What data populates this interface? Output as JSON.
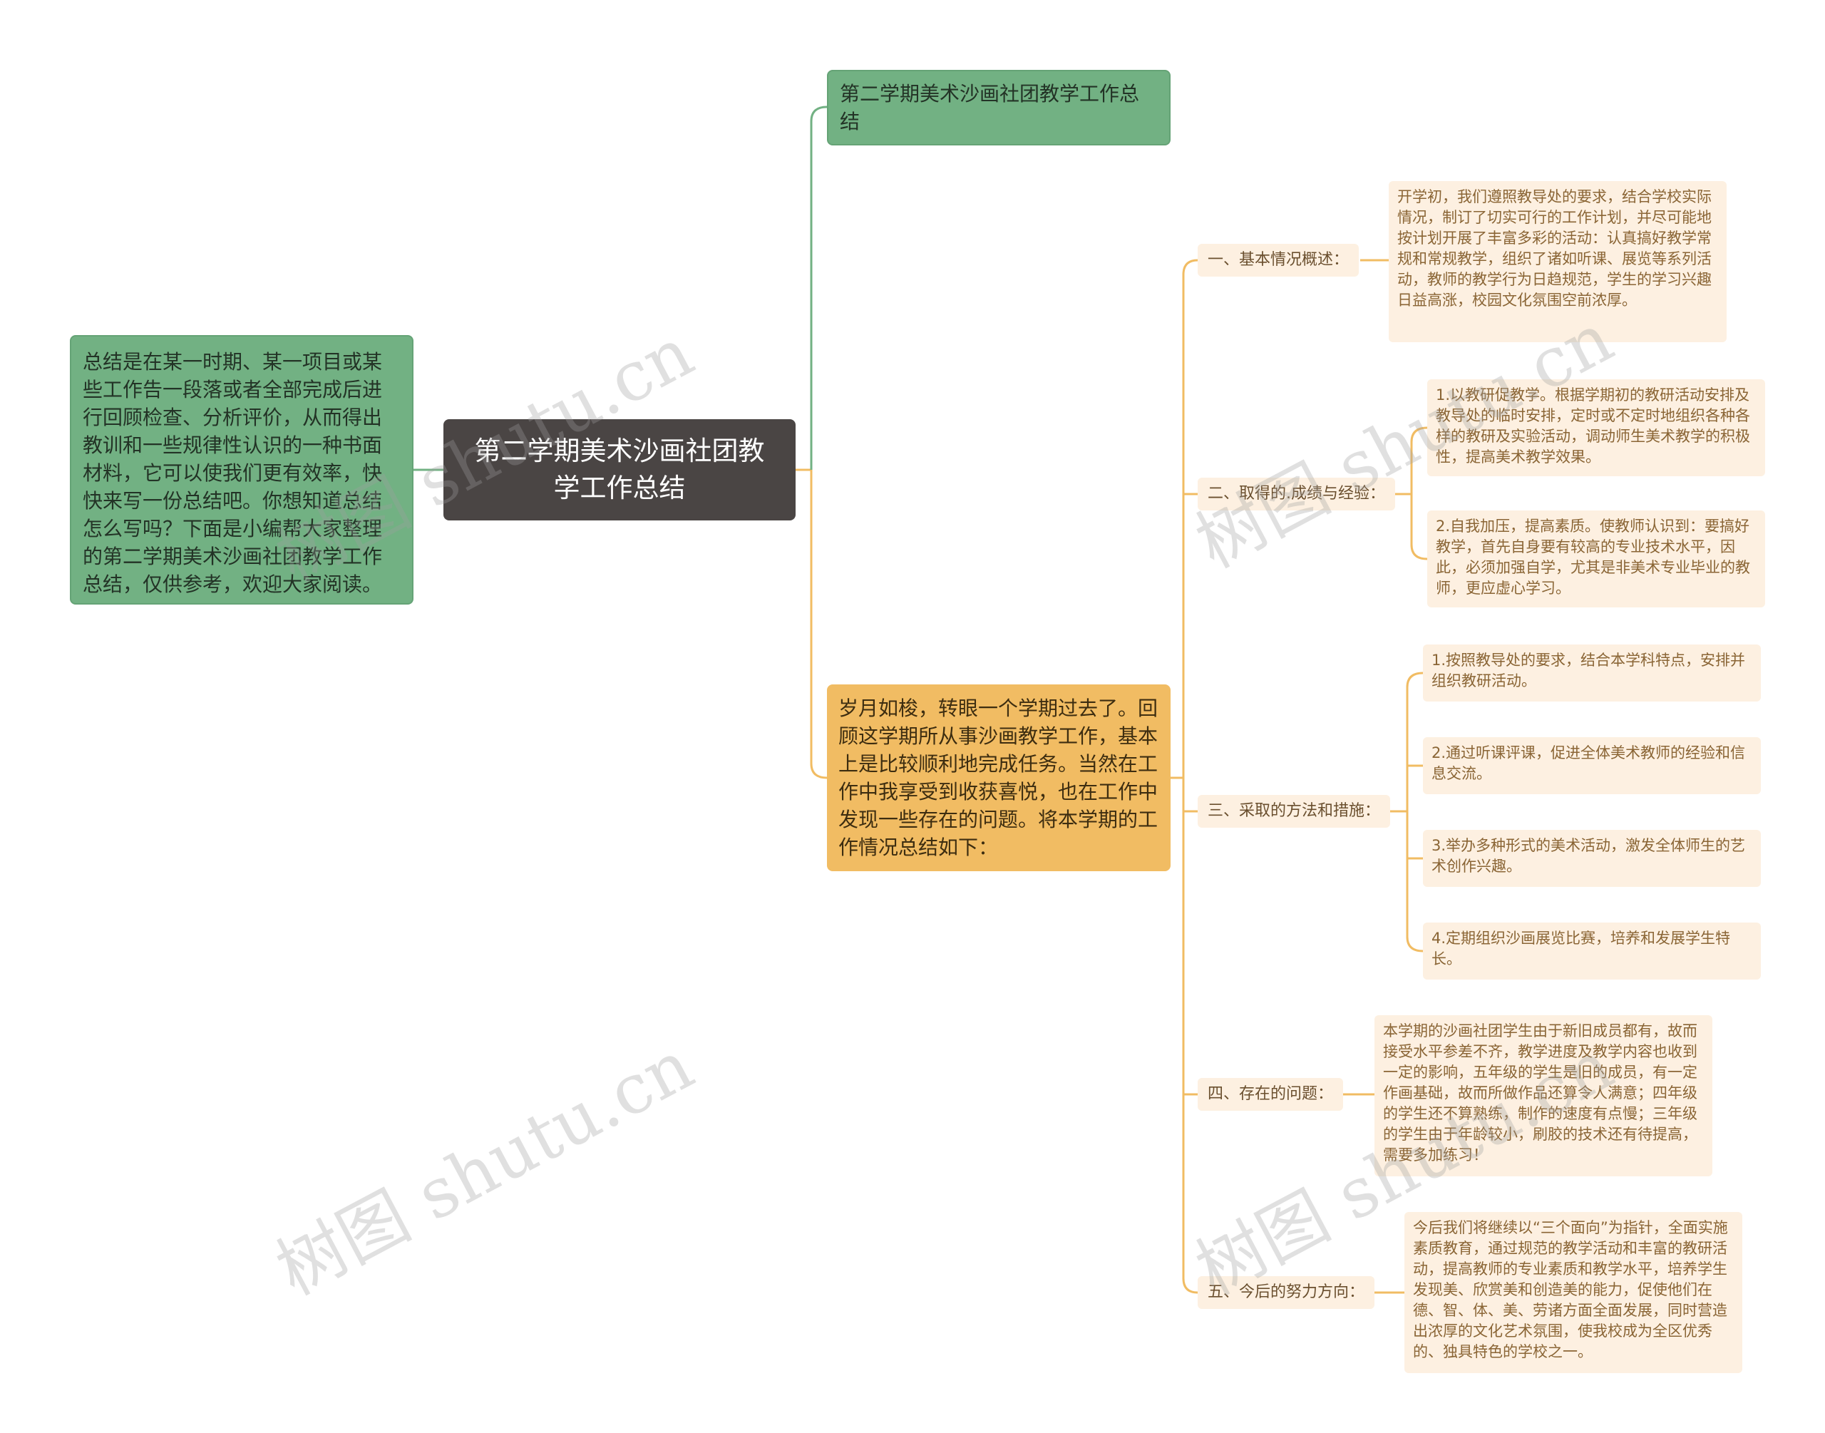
{
  "root": {
    "title": "第二学期美术沙画社团教学工作总结"
  },
  "summary": {
    "text": "总结是在某一时期、某一项目或某些工作告一段落或者全部完成后进行回顾检查、分析评价，从而得出教训和一些规律性认识的一种书面材料，它可以使我们更有效率，快快来写一份总结吧。你想知道总结怎么写吗？下面是小编帮大家整理的第二学期美术沙画社团教学工作总结，仅供参考，欢迎大家阅读。"
  },
  "top_title": {
    "text": "第二学期美术沙画社团教学工作总结"
  },
  "intro": {
    "text": "岁月如梭，转眼一个学期过去了。回顾这学期所从事沙画教学工作，基本上是比较顺利地完成任务。当然在工作中我享受到收获喜悦，也在工作中发现一些存在的问题。将本学期的工作情况总结如下："
  },
  "sections": [
    {
      "label": "一、基本情况概述：",
      "items": [
        "开学初，我们遵照教导处的要求，结合学校实际情况，制订了切实可行的工作计划，并尽可能地按计划开展了丰富多彩的活动：认真搞好教学常规和常规教学，组织了诸如听课、展览等系列活动，教师的教学行为日趋规范，学生的学习兴趣日益高涨，校园文化氛围空前浓厚。"
      ]
    },
    {
      "label": "二、取得的.成绩与经验：",
      "items": [
        "1.以教研促教学。根据学期初的教研活动安排及教导处的临时安排，定时或不定时地组织各种各样的教研及实验活动，调动师生美术教学的积极性，提高美术教学效果。",
        "2.自我加压，提高素质。使教师认识到：要搞好教学，首先自身要有较高的专业技术水平，因此，必须加强自学，尤其是非美术专业毕业的教师，更应虚心学习。"
      ]
    },
    {
      "label": "三、采取的方法和措施：",
      "items": [
        "1.按照教导处的要求，结合本学科特点，安排并组织教研活动。",
        "2.通过听课评课，促进全体美术教师的经验和信息交流。",
        "3.举办多种形式的美术活动，激发全体师生的艺术创作兴趣。",
        "4.定期组织沙画展览比赛，培养和发展学生特长。"
      ]
    },
    {
      "label": "四、存在的问题：",
      "items": [
        "本学期的沙画社团学生由于新旧成员都有，故而接受水平参差不齐，教学进度及教学内容也收到一定的影响，五年级的学生是旧的成员，有一定作画基础，故而所做作品还算令人满意；四年级的学生还不算熟练，制作的速度有点慢；三年级的学生由于年龄较小，刷胶的技术还有待提高，需要多加练习！"
      ]
    },
    {
      "label": "五、今后的努力方向：",
      "items": [
        "今后我们将继续以“三个面向”为指针，全面实施素质教育，通过规范的教学活动和丰富的教研活动，提高教师的专业素质和教学水平，培养学生发现美、欣赏美和创造美的能力，促使他们在德、智、体、美、劳诸方面全面发展，同时营造出浓厚的文化艺术氛围，使我校成为全区优秀的、独具特色的学校之一。"
      ]
    }
  ],
  "watermark": {
    "text": "树图 shutu.cn"
  },
  "colors": {
    "root_bg": "#4a4544",
    "green_bg": "#72b183",
    "orange_bg": "#f1bc63",
    "leaf_bg": "#fdf0e1",
    "green_line": "#72b183",
    "orange_line": "#f1bc63"
  }
}
